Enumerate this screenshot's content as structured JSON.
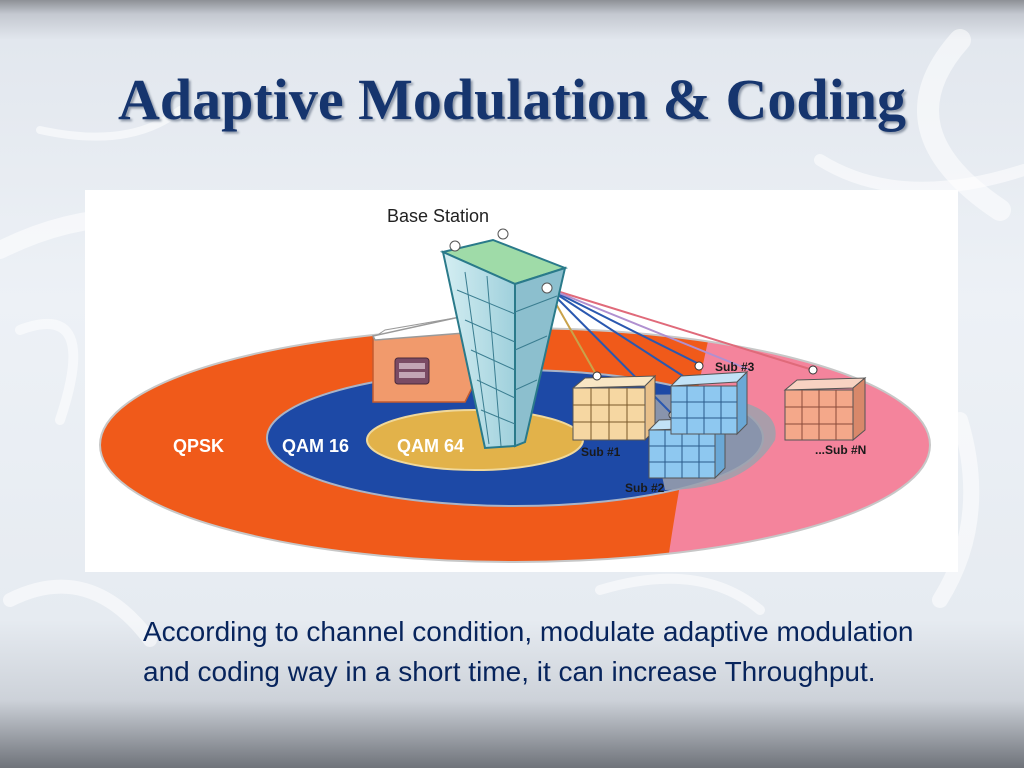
{
  "slide": {
    "title": "Adaptive Modulation & Coding",
    "caption": "According to channel condition, modulate adaptive modulation and coding way in a short time, it can increase Throughput."
  },
  "diagram": {
    "base_station_label": "Base Station",
    "zones": [
      {
        "label": "QPSK",
        "color": "#f05a1a"
      },
      {
        "label": "QAM 16",
        "color": "#1d49a6"
      },
      {
        "label": "QAM 64",
        "color": "#e2b24a"
      }
    ],
    "outer_zone_far_color": "#f4849c",
    "subscribers": [
      {
        "label": "Sub #1",
        "color": "#f6d7a2"
      },
      {
        "label": "Sub #2",
        "color": "#8ec8f0"
      },
      {
        "label": "Sub #3",
        "color": "#8ec8f0"
      },
      {
        "label": "...Sub #N",
        "color": "#f4a88a"
      }
    ]
  },
  "colors": {
    "title": "#16356e",
    "caption": "#07245c",
    "tower_top": "#9fdba8",
    "tower_body": "#bfe6ec"
  }
}
